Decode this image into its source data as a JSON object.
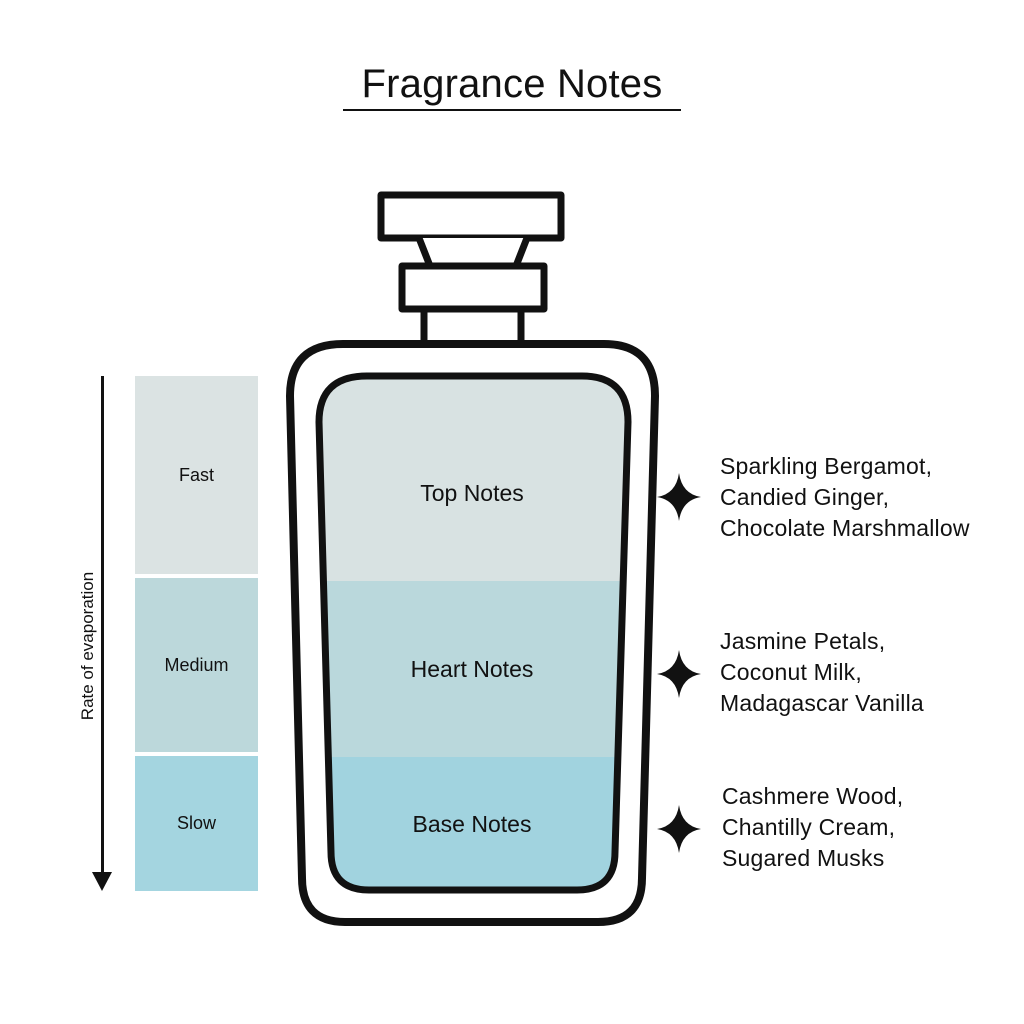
{
  "title": "Fragrance Notes",
  "axis": {
    "label": "Rate of evaporation"
  },
  "rates": [
    {
      "label": "Fast",
      "color": "#dbe3e3"
    },
    {
      "label": "Medium",
      "color": "#bcd8db"
    },
    {
      "label": "Slow",
      "color": "#a4d5e0"
    }
  ],
  "bottle": {
    "colors": {
      "top": "#d8e2e2",
      "heart": "#bad8dc",
      "base": "#a1d3df",
      "outline": "#111111"
    },
    "layers": [
      {
        "name": "Top Notes"
      },
      {
        "name": "Heart Notes"
      },
      {
        "name": "Base Notes"
      }
    ]
  },
  "notes": [
    {
      "lines": [
        "Sparkling Bergamot,",
        "Candied Ginger,",
        "Chocolate Marshmallow"
      ],
      "icon": "sparkle-icon"
    },
    {
      "lines": [
        "Jasmine Petals,",
        "Coconut Milk,",
        "Madagascar Vanilla"
      ],
      "icon": "sparkle-icon"
    },
    {
      "lines": [
        "Cashmere Wood,",
        "Chantilly Cream,",
        "Sugared Musks"
      ],
      "icon": "sparkle-icon"
    }
  ]
}
